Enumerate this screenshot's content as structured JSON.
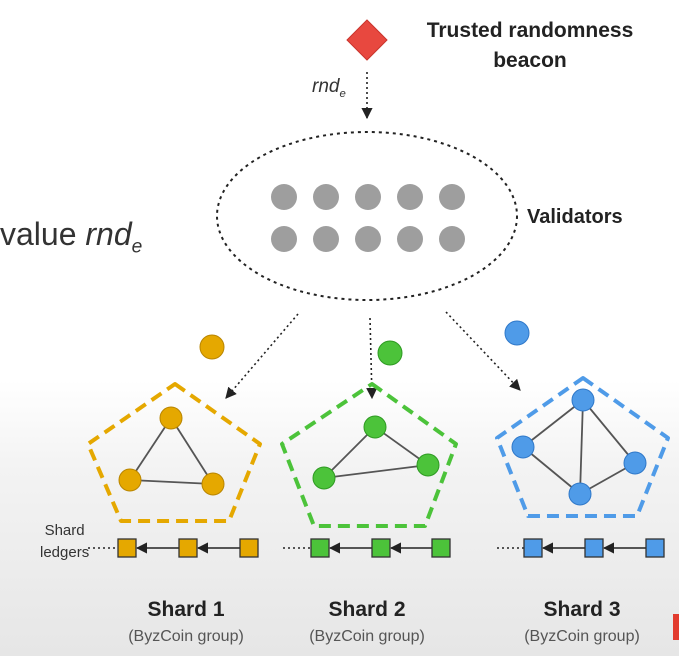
{
  "beacon": {
    "label_line1": "Trusted randomness",
    "label_line2": "beacon",
    "color": "#e8483f"
  },
  "rnd_label": {
    "base": "rnd",
    "sub": "e"
  },
  "value_label": {
    "prefix": "value ",
    "base": "rnd",
    "sub": "e"
  },
  "validators": {
    "label": "Validators",
    "count": 10,
    "node_color": "#9e9e9e"
  },
  "ledgers_label": {
    "line1": "Shard",
    "line2": "ledgers"
  },
  "shards": [
    {
      "title": "Shard 1",
      "subtitle": "(ByzCoin group)",
      "color": "#e5a800",
      "stroke": "#b98500"
    },
    {
      "title": "Shard 2",
      "subtitle": "(ByzCoin group)",
      "color": "#4cc33a",
      "stroke": "#2e9a22"
    },
    {
      "title": "Shard 3",
      "subtitle": "(ByzCoin group)",
      "color": "#4f9be8",
      "stroke": "#2f78c9"
    }
  ]
}
